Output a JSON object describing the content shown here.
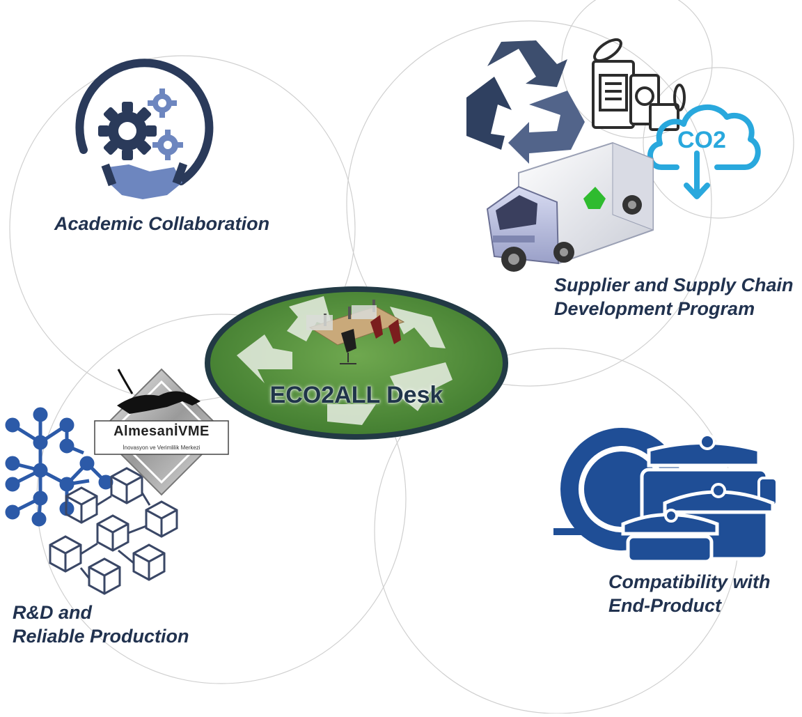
{
  "center": {
    "title": "ECO2ALL Desk"
  },
  "nodes": {
    "academic": {
      "lines": [
        "Academic Collaboration"
      ]
    },
    "supplier": {
      "lines": [
        "Supplier and Supply Chain",
        "Development Program"
      ]
    },
    "compatibility": {
      "lines": [
        "Compatibility with",
        "End-Product"
      ]
    },
    "rnd": {
      "lines": [
        "R&D and",
        "Reliable Production"
      ]
    }
  },
  "logo": {
    "name": "AlmesanİVME",
    "tagline": "İnovasyon ve Verimlilik Merkezi"
  },
  "co2_label": "CO2",
  "icons": [
    "gears-handshake-icon",
    "recycle-icon",
    "cans-icon",
    "co2-cloud-icon",
    "recycling-truck-icon",
    "cookware-icon",
    "molecule-network-icon",
    "cubes-network-icon",
    "panther-logo-icon",
    "office-desk-icon"
  ],
  "colors": {
    "text": "#21324f",
    "navy": "#2a3a5a",
    "cloud_blue": "#29a8dd",
    "cookware_blue": "#1f4e96",
    "center_green": "#4f8f3a",
    "center_border": "#223a45",
    "molecule_blue": "#2c5aa8"
  }
}
